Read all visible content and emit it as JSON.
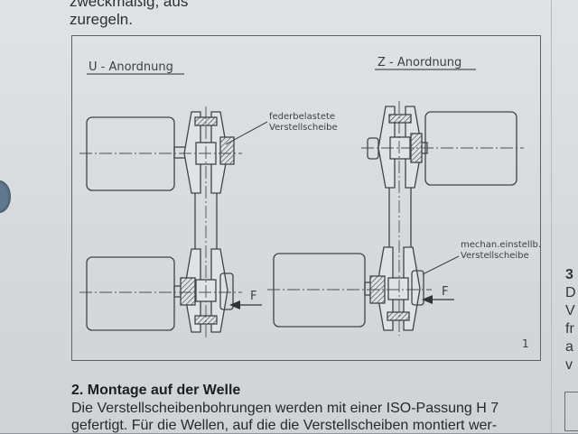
{
  "intro": {
    "line1": "zweckmäßig, aus",
    "line2": "zuregeln."
  },
  "figure": {
    "label_u": "U - Anordnung",
    "label_z": "Z - Anordnung",
    "note_spring_line1": "federbelastete",
    "note_spring_line2": "Verstellscheibe",
    "note_mech_line1": "mechan.einstellb.",
    "note_mech_line2": "Verstellscheibe",
    "force_label": "F",
    "figure_number": "1"
  },
  "section": {
    "title": "2. Montage auf der Welle",
    "line1": "Die Verstellscheibenbohrungen werden mit einer ISO-Passung H 7",
    "line2": "gefertigt. Für die Wellen, auf die die Verstellscheiben montiert wer-"
  },
  "right_column": {
    "fragments": [
      "3",
      "D",
      "V",
      "fr",
      "a",
      "v"
    ]
  }
}
